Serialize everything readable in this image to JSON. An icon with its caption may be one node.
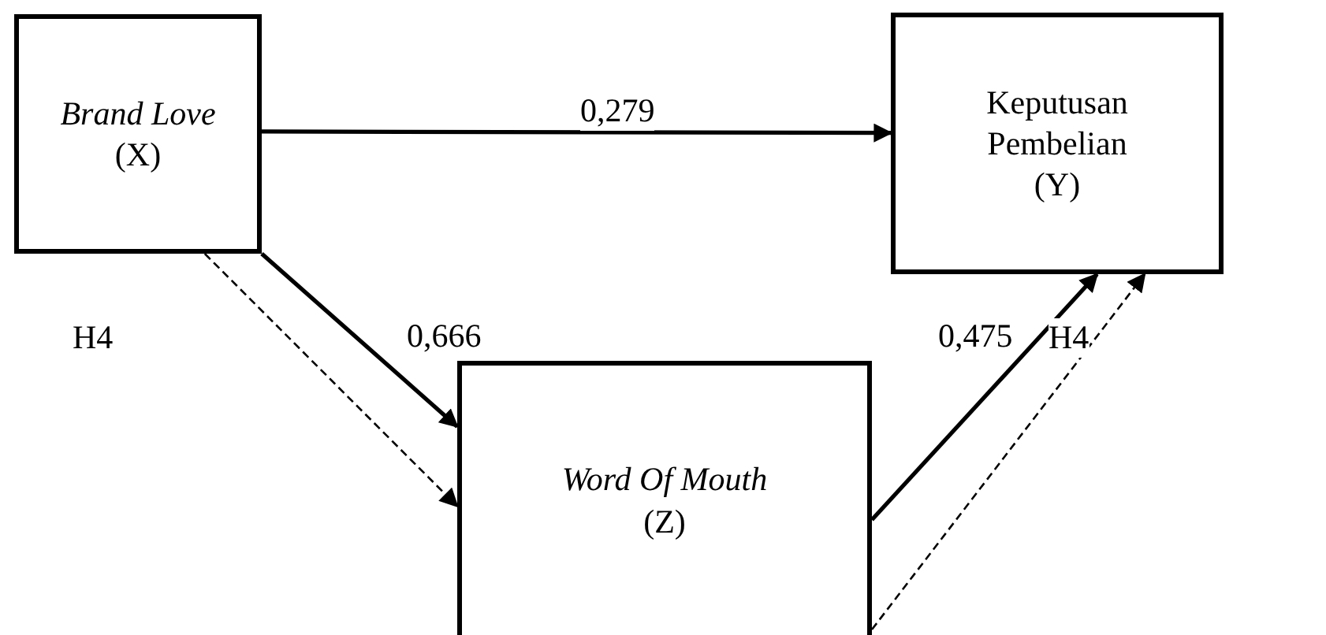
{
  "diagram": {
    "nodes": [
      {
        "text": [
          "*Brand Love*",
          "(X)"
        ]
      },
      {
        "text": [
          "Keputusan Pembelian",
          "(Y)"
        ]
      },
      {
        "text": [
          "*Word Of Mouth*",
          "(Z)"
        ]
      }
    ],
    "edges": [
      {
        "from": 0,
        "to": 1,
        "arrow": "to",
        "label": "0,279"
      },
      {
        "from": 0,
        "to": 2,
        "arrow": "to",
        "label": "0,666"
      },
      {
        "from": 0,
        "to": 2,
        "arrow": "to",
        "style": "dashed"
      },
      {
        "from": 2,
        "to": 1,
        "arrow": "to",
        "label": "0,475"
      },
      {
        "from": 2,
        "to": 1,
        "arrow": "to",
        "style": "dashed"
      }
    ],
    "labels": [
      "H4",
      "H4"
    ]
  }
}
